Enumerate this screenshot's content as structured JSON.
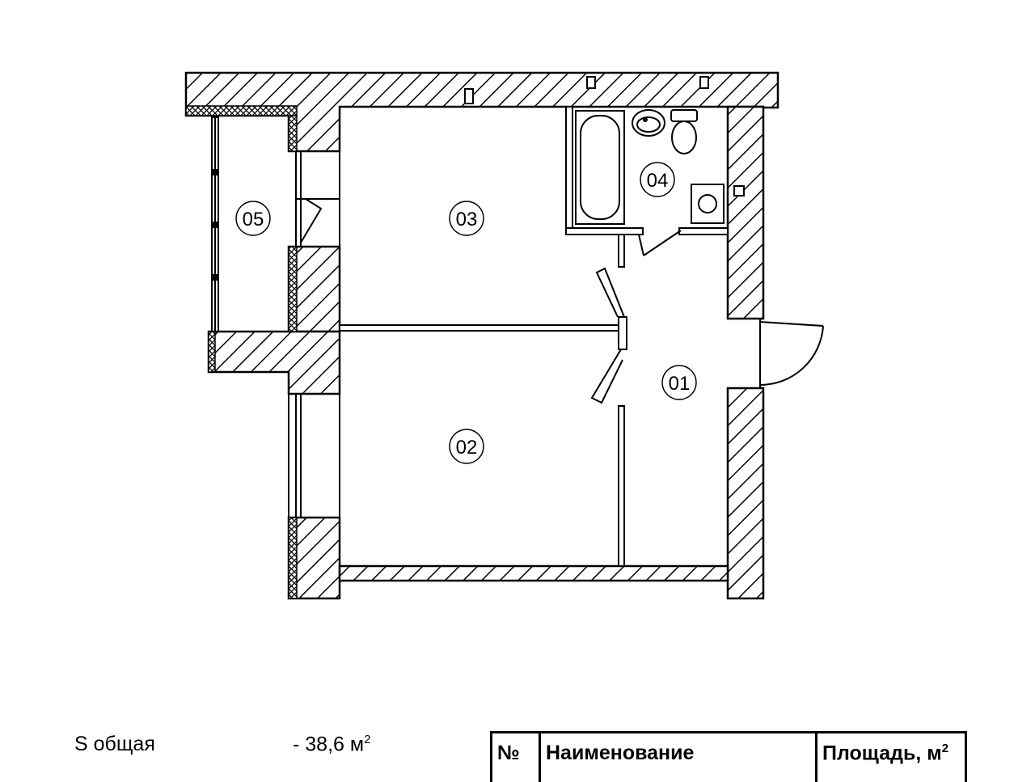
{
  "rooms": [
    {
      "id": "01",
      "label": "01"
    },
    {
      "id": "02",
      "label": "02"
    },
    {
      "id": "03",
      "label": "03"
    },
    {
      "id": "04",
      "label": "04"
    },
    {
      "id": "05",
      "label": "05"
    }
  ],
  "summary": {
    "total_area_label": "S общая",
    "total_area_value": "- 38,6 м",
    "total_area_unit_sup": "2"
  },
  "table": {
    "headers": {
      "number": "№",
      "name": "Наименование",
      "area": "Площадь, м",
      "area_sup": "2"
    }
  },
  "colors": {
    "line": "#000000",
    "background": "#ffffff"
  }
}
